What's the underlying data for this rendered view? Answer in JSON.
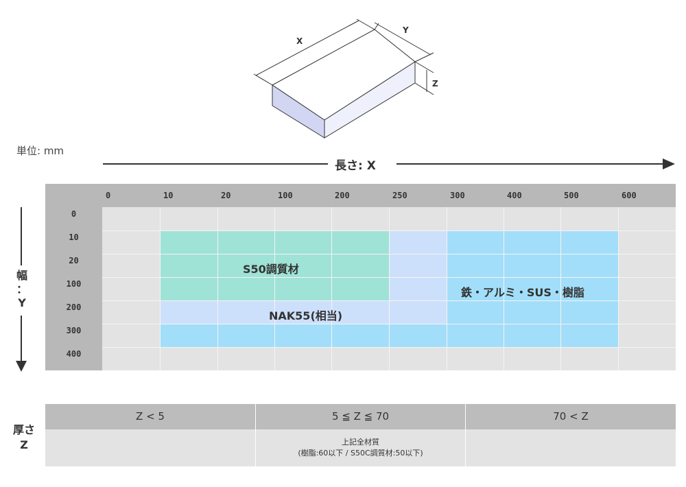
{
  "diagram": {
    "dimension_labels": {
      "x": "X",
      "y": "Y",
      "z": "Z"
    }
  },
  "unit_label": "単位: mm",
  "x_axis_title": "長さ: X",
  "y_axis_title": {
    "line1": "幅",
    "line2": "：",
    "line3": "Y"
  },
  "table": {
    "column_headers": [
      "0",
      "10",
      "20",
      "100",
      "200",
      "250",
      "300",
      "400",
      "500",
      "600"
    ],
    "row_headers": [
      "0",
      "10",
      "20",
      "100",
      "200",
      "300",
      "400"
    ],
    "regions": [
      {
        "label": "鉄・アルミ・SUS・樹脂",
        "color": "#a2def9"
      },
      {
        "label": "NAK55(相当)",
        "color": "#cde0fb"
      },
      {
        "label": "S50調質材",
        "color": "#9fe2d6"
      }
    ]
  },
  "thickness": {
    "title": {
      "line1": "厚さ",
      "line2": "Z"
    },
    "columns": [
      {
        "header": "Z < 5",
        "line1": "",
        "line2": ""
      },
      {
        "header": "5 ≦ Z ≦ 70",
        "line1": "上記全材質",
        "line2": "(樹脂:60以下 / S50C調質材:50以下)"
      },
      {
        "header": "70 < Z",
        "line1": "",
        "line2": ""
      }
    ]
  },
  "colors": {
    "header_gray": "#b8b8b8",
    "cell_gray": "#e3e3e3",
    "arrow": "#333333",
    "block_top": "#ffffff",
    "block_front": "#d3d6f2",
    "block_side": "#eef0fb"
  }
}
